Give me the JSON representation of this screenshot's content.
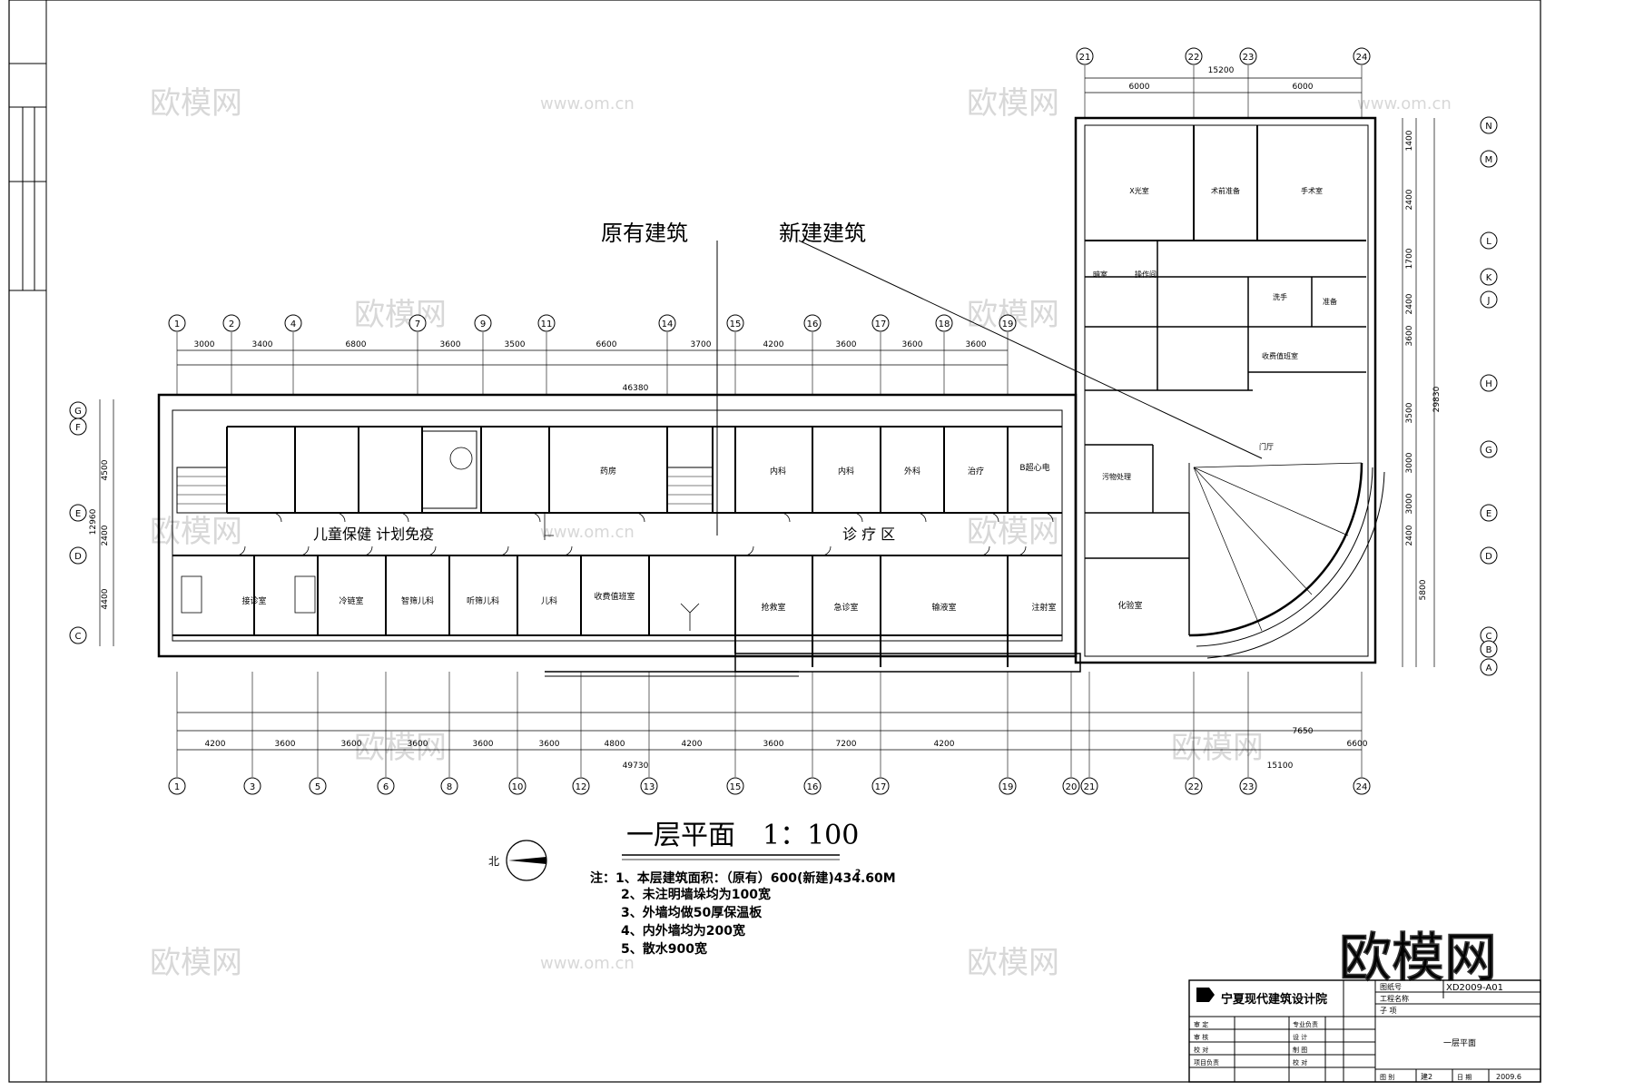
{
  "labels": {
    "existing_building": "原有建筑",
    "new_building": "新建建筑",
    "plan_title": "一层平面",
    "plan_scale": "1：100",
    "north": "北",
    "corridor_left": "儿童保健  计划免疫",
    "corridor_mid": "诊      疗      区"
  },
  "notes": {
    "line1": "注：1、本层建筑面积：（原有）600(新建)434.60M",
    "line1_sup": "2",
    "line2": "2、未注明墙垛均为100宽",
    "line3": "3、外墙均做50厚保温板",
    "line4": "4、内外墙均为200宽",
    "line5": "5、散水900宽"
  },
  "watermarks": {
    "brand": "欧模网",
    "url": "www.om.cn",
    "corner": "欧模网"
  },
  "axis_top": [
    "1",
    "2",
    "4",
    "7",
    "9",
    "11",
    "14",
    "15",
    "16",
    "17",
    "18",
    "19"
  ],
  "axis_bottom": [
    "1",
    "3",
    "5",
    "6",
    "8",
    "10",
    "12",
    "13",
    "15",
    "16",
    "17",
    "19",
    "20",
    "21",
    "22",
    "23",
    "24"
  ],
  "axis_wing_top": [
    "21",
    "22",
    "23",
    "24"
  ],
  "axis_left": [
    "G",
    "F",
    "E",
    "D",
    "C"
  ],
  "axis_right": [
    "N",
    "M",
    "L",
    "K",
    "J",
    "H",
    "G",
    "E",
    "D",
    "C",
    "B",
    "A"
  ],
  "dims_top": [
    "3000",
    "3400",
    "6800",
    "3600",
    "3500",
    "6600",
    "3700",
    "4200",
    "3600",
    "3600",
    "3600",
    "46380"
  ],
  "dims_bottom": [
    "4200",
    "3600",
    "3600",
    "3600",
    "3600",
    "3600",
    "4800",
    "4200",
    "3600",
    "7200",
    "4200",
    "7650",
    "6600",
    "49730",
    "15100"
  ],
  "dims_wing": [
    "6000",
    "6000",
    "15200"
  ],
  "dims_left": [
    "4500",
    "2400",
    "4400",
    "12960"
  ],
  "dims_right": [
    "1400",
    "2400",
    "1700",
    "2400",
    "3600",
    "3500",
    "3000",
    "3000",
    "2400",
    "5800",
    "29830"
  ],
  "rooms_north": [
    "药房",
    "内科",
    "内科",
    "外科",
    "治疗",
    "B超心电"
  ],
  "rooms_south": [
    "接诊室",
    "冷链室",
    "智筛儿科",
    "听筛儿科",
    "儿科",
    "收费值班室",
    "抢救室",
    "急诊室",
    "输液室",
    "注射室",
    "化验室"
  ],
  "rooms_wing": [
    "X光室",
    "术前准备",
    "手术室",
    "操作间",
    "暗室",
    "洗手",
    "准备",
    "收费值班室",
    "污物处理",
    "门厅"
  ],
  "title_block": {
    "company": "宁夏现代建筑设计院",
    "drawing_no_label": "图纸号",
    "drawing_no": "XD2009-A01",
    "project_label": "工程名称",
    "sub_label": "子    项",
    "drawing_name": "一层平面",
    "roles": [
      "审  定",
      "审  核",
      "校  对",
      "项目负责",
      "专业负责",
      "设  计",
      "制  图",
      "校  对"
    ],
    "sheet_label": "图  别",
    "sheet_no": "建2",
    "date_label": "日  期",
    "date": "2009.6"
  }
}
